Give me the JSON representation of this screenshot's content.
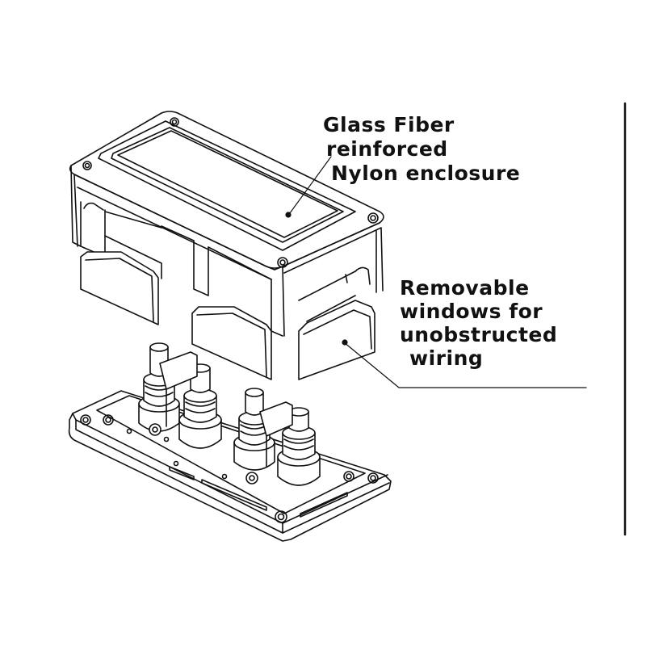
{
  "annotations": {
    "enclosure": {
      "lines": [
        "Glass Fiber",
        "reinforced",
        "Nylon enclosure"
      ]
    },
    "windows": {
      "lines": [
        "Removable",
        "windows for",
        "unobstructed",
        "wiring"
      ]
    }
  },
  "colors": {
    "stroke": "#111111",
    "window_fill": "#ffffff",
    "background": "#ffffff"
  }
}
